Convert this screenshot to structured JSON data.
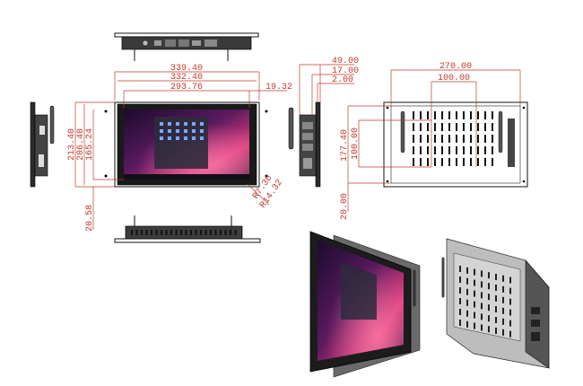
{
  "dimensions": {
    "front_outer_width": "339.40",
    "front_inner_width": "332.40",
    "front_screen_width": "293.76",
    "front_right_offset": "19.32",
    "front_outer_height": "213.40",
    "front_inner_height": "206.40",
    "front_screen_height": "165.24",
    "front_bottom_offset": "20.58",
    "corner_r1": "R7.30",
    "corner_r2": "R14.32",
    "side_depth_total": "49.00",
    "side_depth_body": "17.00",
    "side_depth_bezel": "2.00",
    "back_bracket_width": "270.00",
    "back_hole_spacing": "100.00",
    "back_bracket_height": "177.40",
    "back_hole_vertical": "100.00",
    "back_bottom_offset": "20.00"
  },
  "colors": {
    "dimension": "#c0392b",
    "outline": "#111111",
    "bezel": "#1a1a1a",
    "wallpaper_dark": "#2a0f3a",
    "wallpaper_accent": "#d93a7a"
  }
}
